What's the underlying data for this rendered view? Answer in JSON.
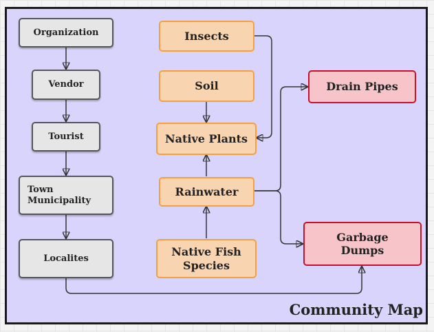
{
  "diagram": {
    "title": "Community Map",
    "nodes": {
      "organization": "Organization",
      "vendor": "Vendor",
      "tourist": "Tourist",
      "town_municipality": "Town Municipality",
      "localites": "Localites",
      "insects": "Insects",
      "soil": "Soil",
      "native_plants": "Native Plants",
      "rainwater": "Rainwater",
      "native_fish_species": "Native Fish Species",
      "drain_pipes": "Drain Pipes",
      "garbage_dumps": "Garbage Dumps"
    },
    "edges": [
      {
        "from": "Organization",
        "to": "Vendor"
      },
      {
        "from": "Vendor",
        "to": "Tourist"
      },
      {
        "from": "Tourist",
        "to": "Town Municipality"
      },
      {
        "from": "Town Municipality",
        "to": "Localites"
      },
      {
        "from": "Localites",
        "to": "Garbage Dumps"
      },
      {
        "from": "Insects",
        "to": "Native Plants"
      },
      {
        "from": "Soil",
        "to": "Native Plants"
      },
      {
        "from": "Rainwater",
        "to": "Native Plants"
      },
      {
        "from": "Native Fish Species",
        "to": "Rainwater"
      },
      {
        "from": "Rainwater",
        "to": "Drain Pipes"
      },
      {
        "from": "Rainwater",
        "to": "Garbage Dumps"
      }
    ],
    "colors": {
      "background": "#d9d4fb",
      "people_fill": "#e6e6e6",
      "people_border": "#555555",
      "nature_fill": "#f8d4b0",
      "nature_border": "#f4a040",
      "pollution_fill": "#f7c5c9",
      "pollution_border": "#c8102e"
    }
  }
}
